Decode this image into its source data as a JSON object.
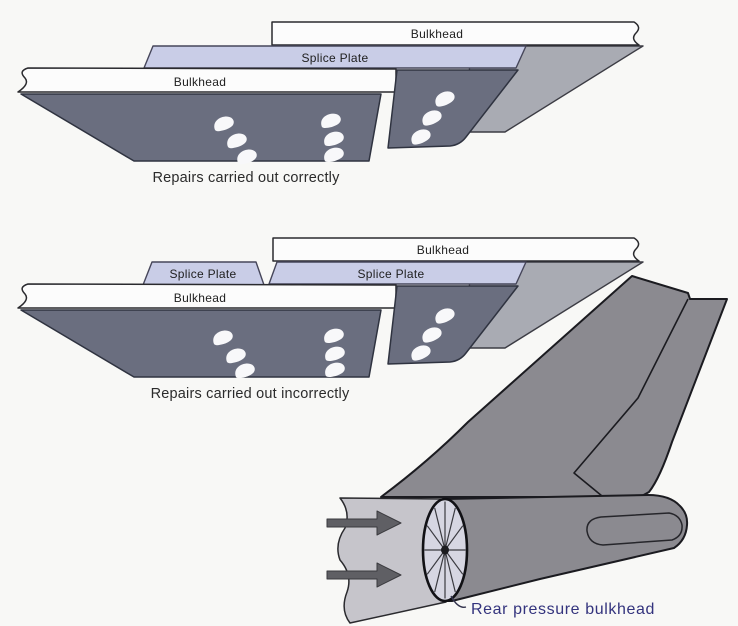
{
  "diagram_correct": {
    "bulkhead_right_label": "Bulkhead",
    "splice_plate_label": "Splice Plate",
    "bulkhead_left_label": "Bulkhead",
    "caption": "Repairs carried out correctly"
  },
  "diagram_incorrect": {
    "bulkhead_right_label": "Bulkhead",
    "splice_plate_left_label": "Splice Plate",
    "splice_plate_right_label": "Splice Plate",
    "bulkhead_left_label": "Bulkhead",
    "caption": "Repairs carried out incorrectly"
  },
  "tail": {
    "annotation": "Rear pressure bulkhead"
  },
  "colors": {
    "background": "#f8f8f6",
    "bulkhead_web": "#6a6e7f",
    "splice_plate": "#c9cde7",
    "flange": "#fcfcfc",
    "side_panel": "#a9abb3",
    "tail_gray": "#8b8a90",
    "fuselage_gray": "#c6c5cb",
    "bulkhead_face": "#d6d6e2",
    "rivet": "#f8f8fa",
    "arrow": "#5f5f64",
    "label_text": "#1e1e1e",
    "caption_text": "#2b2b2b",
    "annotation_text": "#33337d"
  }
}
